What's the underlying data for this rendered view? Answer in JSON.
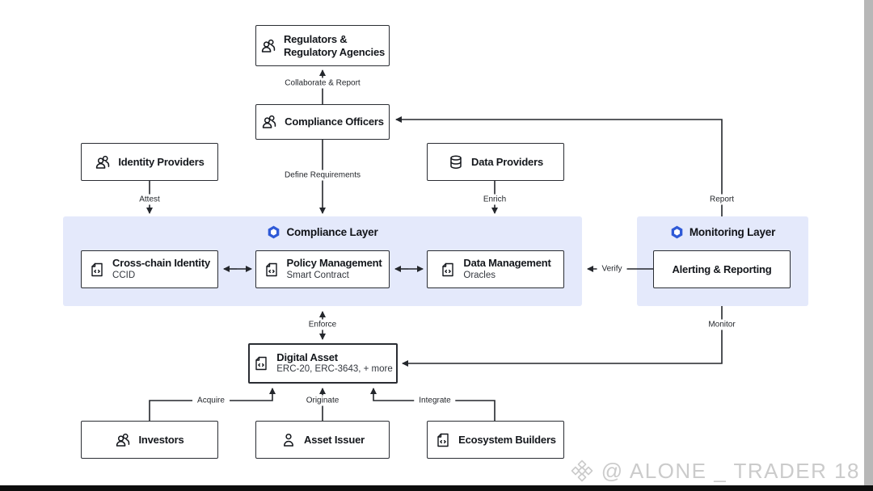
{
  "diagram": {
    "layers": {
      "compliance": {
        "title": "Compliance Layer"
      },
      "monitoring": {
        "title": "Monitoring Layer"
      }
    },
    "nodes": {
      "regulators": {
        "icon": "users-icon",
        "line1": "Regulators &",
        "line2": "Regulatory Agencies"
      },
      "compliance_officers": {
        "icon": "users-icon",
        "title": "Compliance Officers"
      },
      "identity_providers": {
        "icon": "users-icon",
        "title": "Identity Providers"
      },
      "data_providers": {
        "icon": "database-icon",
        "title": "Data Providers"
      },
      "cross_chain_identity": {
        "icon": "contract-icon",
        "title": "Cross-chain Identity",
        "subtitle": "CCID"
      },
      "policy_management": {
        "icon": "contract-icon",
        "title": "Policy Management",
        "subtitle": "Smart Contract"
      },
      "data_management": {
        "icon": "contract-icon",
        "title": "Data Management",
        "subtitle": "Oracles"
      },
      "alerting_reporting": {
        "title": "Alerting & Reporting"
      },
      "digital_asset": {
        "icon": "contract-icon",
        "title": "Digital Asset",
        "subtitle": "ERC-20, ERC-3643, + more"
      },
      "investors": {
        "icon": "users-icon",
        "title": "Investors"
      },
      "asset_issuer": {
        "icon": "user-icon",
        "title": "Asset Issuer"
      },
      "ecosystem_builders": {
        "icon": "contract-icon",
        "title": "Ecosystem Builders"
      }
    },
    "edges": {
      "collaborate": "Collaborate & Report",
      "define": "Define Requirements",
      "attest": "Attest",
      "enrich": "Enrich",
      "report": "Report",
      "verify": "Verify",
      "enforce": "Enforce",
      "monitor": "Monitor",
      "acquire": "Acquire",
      "originate": "Originate",
      "integrate": "Integrate"
    }
  },
  "watermark": {
    "handle": "@ ALONE _ TRADER 18"
  },
  "colors": {
    "accent": "#2f5ad7",
    "layer_bg": "#e4e9fb",
    "line": "#24272c"
  }
}
